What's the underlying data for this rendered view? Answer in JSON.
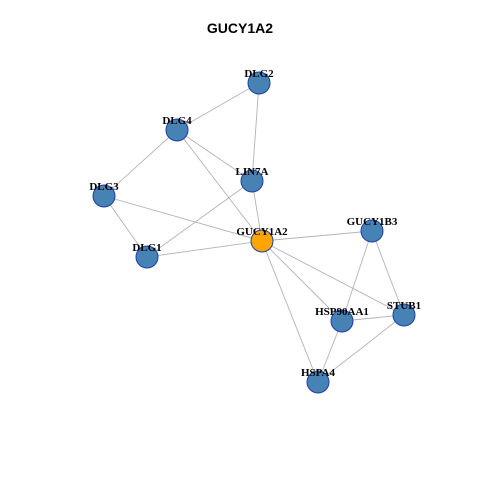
{
  "title": "GUCY1A2",
  "colors": {
    "center_node": "#ffa500",
    "other_node": "#4682b4",
    "node_border": "#1f3ea8",
    "edge": "#b3b3b3"
  },
  "nodes": [
    {
      "id": "DLG2",
      "label": "DLG2",
      "center": false
    },
    {
      "id": "DLG4",
      "label": "DLG4",
      "center": false
    },
    {
      "id": "LIN7A",
      "label": "LIN7A",
      "center": false
    },
    {
      "id": "DLG3",
      "label": "DLG3",
      "center": false
    },
    {
      "id": "GUCY1B3",
      "label": "GUCY1B3",
      "center": false
    },
    {
      "id": "GUCY1A2",
      "label": "GUCY1A2",
      "center": true
    },
    {
      "id": "DLG1",
      "label": "DLG1",
      "center": false
    },
    {
      "id": "HSP90AA1",
      "label": "HSP90AA1",
      "center": false
    },
    {
      "id": "STUB1",
      "label": "STUB1",
      "center": false
    },
    {
      "id": "HSPA4",
      "label": "HSPA4",
      "center": false
    }
  ],
  "edges": [
    [
      "DLG2",
      "DLG4"
    ],
    [
      "DLG2",
      "LIN7A"
    ],
    [
      "DLG4",
      "DLG3"
    ],
    [
      "DLG4",
      "LIN7A"
    ],
    [
      "DLG4",
      "GUCY1A2"
    ],
    [
      "DLG3",
      "DLG1"
    ],
    [
      "DLG3",
      "GUCY1A2"
    ],
    [
      "LIN7A",
      "GUCY1A2"
    ],
    [
      "LIN7A",
      "DLG1"
    ],
    [
      "DLG1",
      "GUCY1A2"
    ],
    [
      "GUCY1A2",
      "GUCY1B3"
    ],
    [
      "GUCY1A2",
      "HSP90AA1"
    ],
    [
      "GUCY1A2",
      "STUB1"
    ],
    [
      "GUCY1A2",
      "HSPA4"
    ],
    [
      "GUCY1B3",
      "HSP90AA1"
    ],
    [
      "GUCY1B3",
      "STUB1"
    ],
    [
      "HSP90AA1",
      "STUB1"
    ],
    [
      "HSP90AA1",
      "HSPA4"
    ],
    [
      "STUB1",
      "HSPA4"
    ]
  ]
}
